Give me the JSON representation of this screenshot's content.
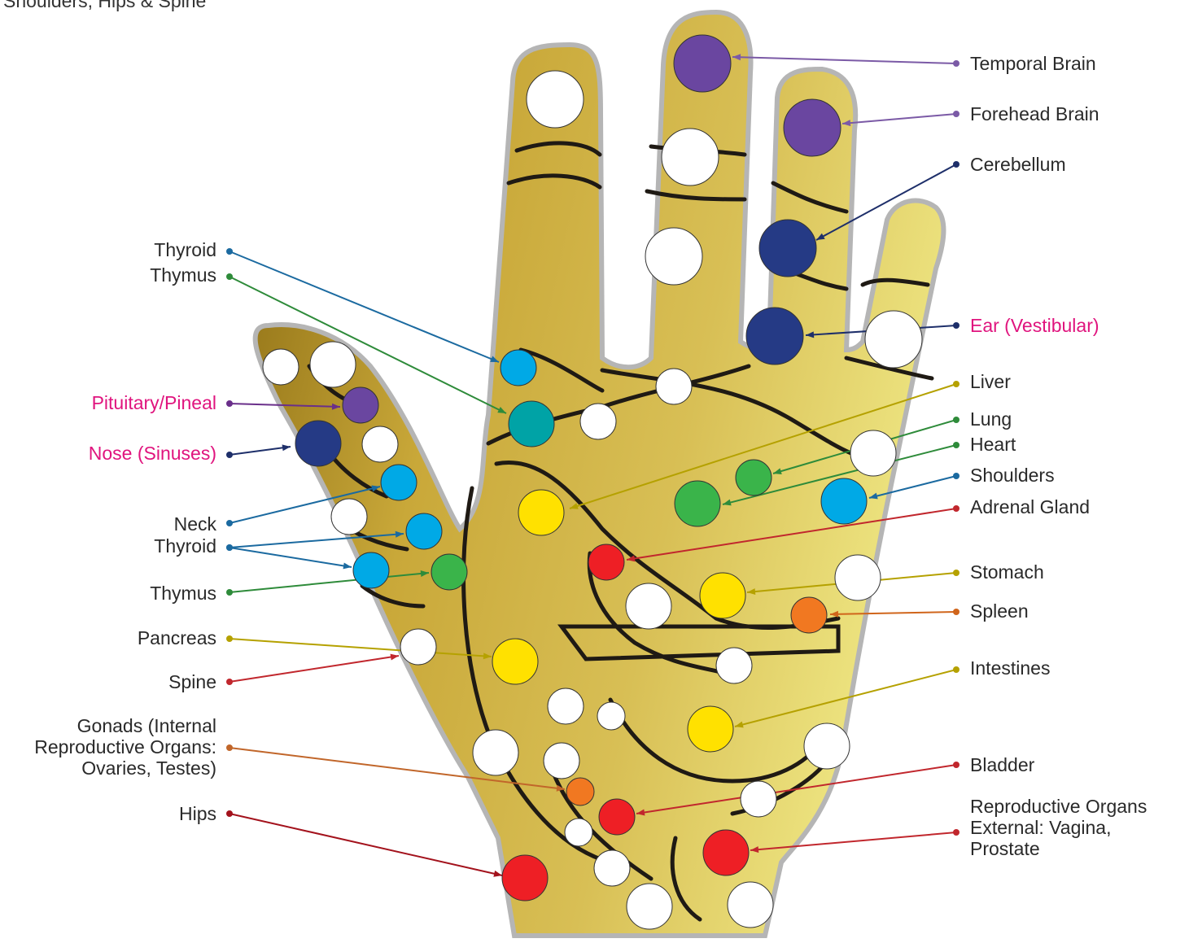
{
  "header": {
    "text": "Shoulders, Hips & Spine"
  },
  "colors": {
    "purple": "#6a46a0",
    "navy": "#253a85",
    "blue": "#00a9e6",
    "teal": "#00a3a6",
    "green": "#3ab44a",
    "yellow": "#ffe100",
    "red": "#ee1f25",
    "orange": "#f17821",
    "white": "#ffffff",
    "highlight": "#e0147e",
    "hand": "#c7a637"
  },
  "labels": {
    "temporal_brain": "Temporal Brain",
    "forehead_brain": "Forehead Brain",
    "cerebellum": "Cerebellum",
    "ear_vestibular": "Ear (Vestibular)",
    "liver": "Liver",
    "lung": "Lung",
    "heart": "Heart",
    "shoulders": "Shoulders",
    "adrenal_gland": "Adrenal Gland",
    "stomach": "Stomach",
    "spleen": "Spleen",
    "intestines": "Intestines",
    "bladder": "Bladder",
    "reproductive_external_1": "Reproductive Organs",
    "reproductive_external_2": "External: Vagina,",
    "reproductive_external_3": "Prostate",
    "thyroid_top": "Thyroid",
    "thymus_top": "Thymus",
    "pituitary_pineal": "Pituitary/Pineal",
    "nose_sinuses": "Nose (Sinuses)",
    "neck": "Neck",
    "thyroid_mid": "Thyroid",
    "thymus_mid": "Thymus",
    "pancreas": "Pancreas",
    "spine": "Spine",
    "gonads_1": "Gonads (Internal",
    "gonads_2": "Reproductive Organs:",
    "gonads_3": "Ovaries, Testes)",
    "hips": "Hips"
  }
}
